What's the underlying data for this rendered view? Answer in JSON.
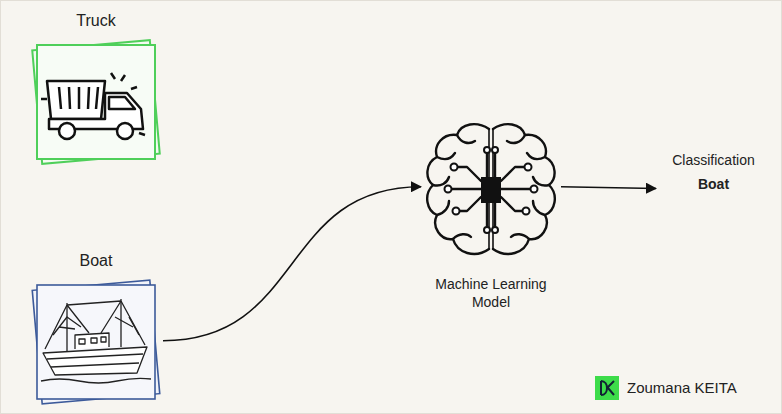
{
  "diagram": {
    "nodes": [
      {
        "text": [
          "Truck"
        ]
      },
      {
        "text": [
          "Boat"
        ]
      },
      {
        "text": [
          "Machine Learning Model"
        ]
      },
      {
        "text": [
          "Classification",
          "Boat"
        ]
      }
    ],
    "edges": [
      {
        "from": 1,
        "to": 2,
        "arrow": "to"
      },
      {
        "from": 2,
        "to": 3,
        "arrow": "to"
      }
    ],
    "labels": [
      "Zoumana KEITA"
    ]
  }
}
